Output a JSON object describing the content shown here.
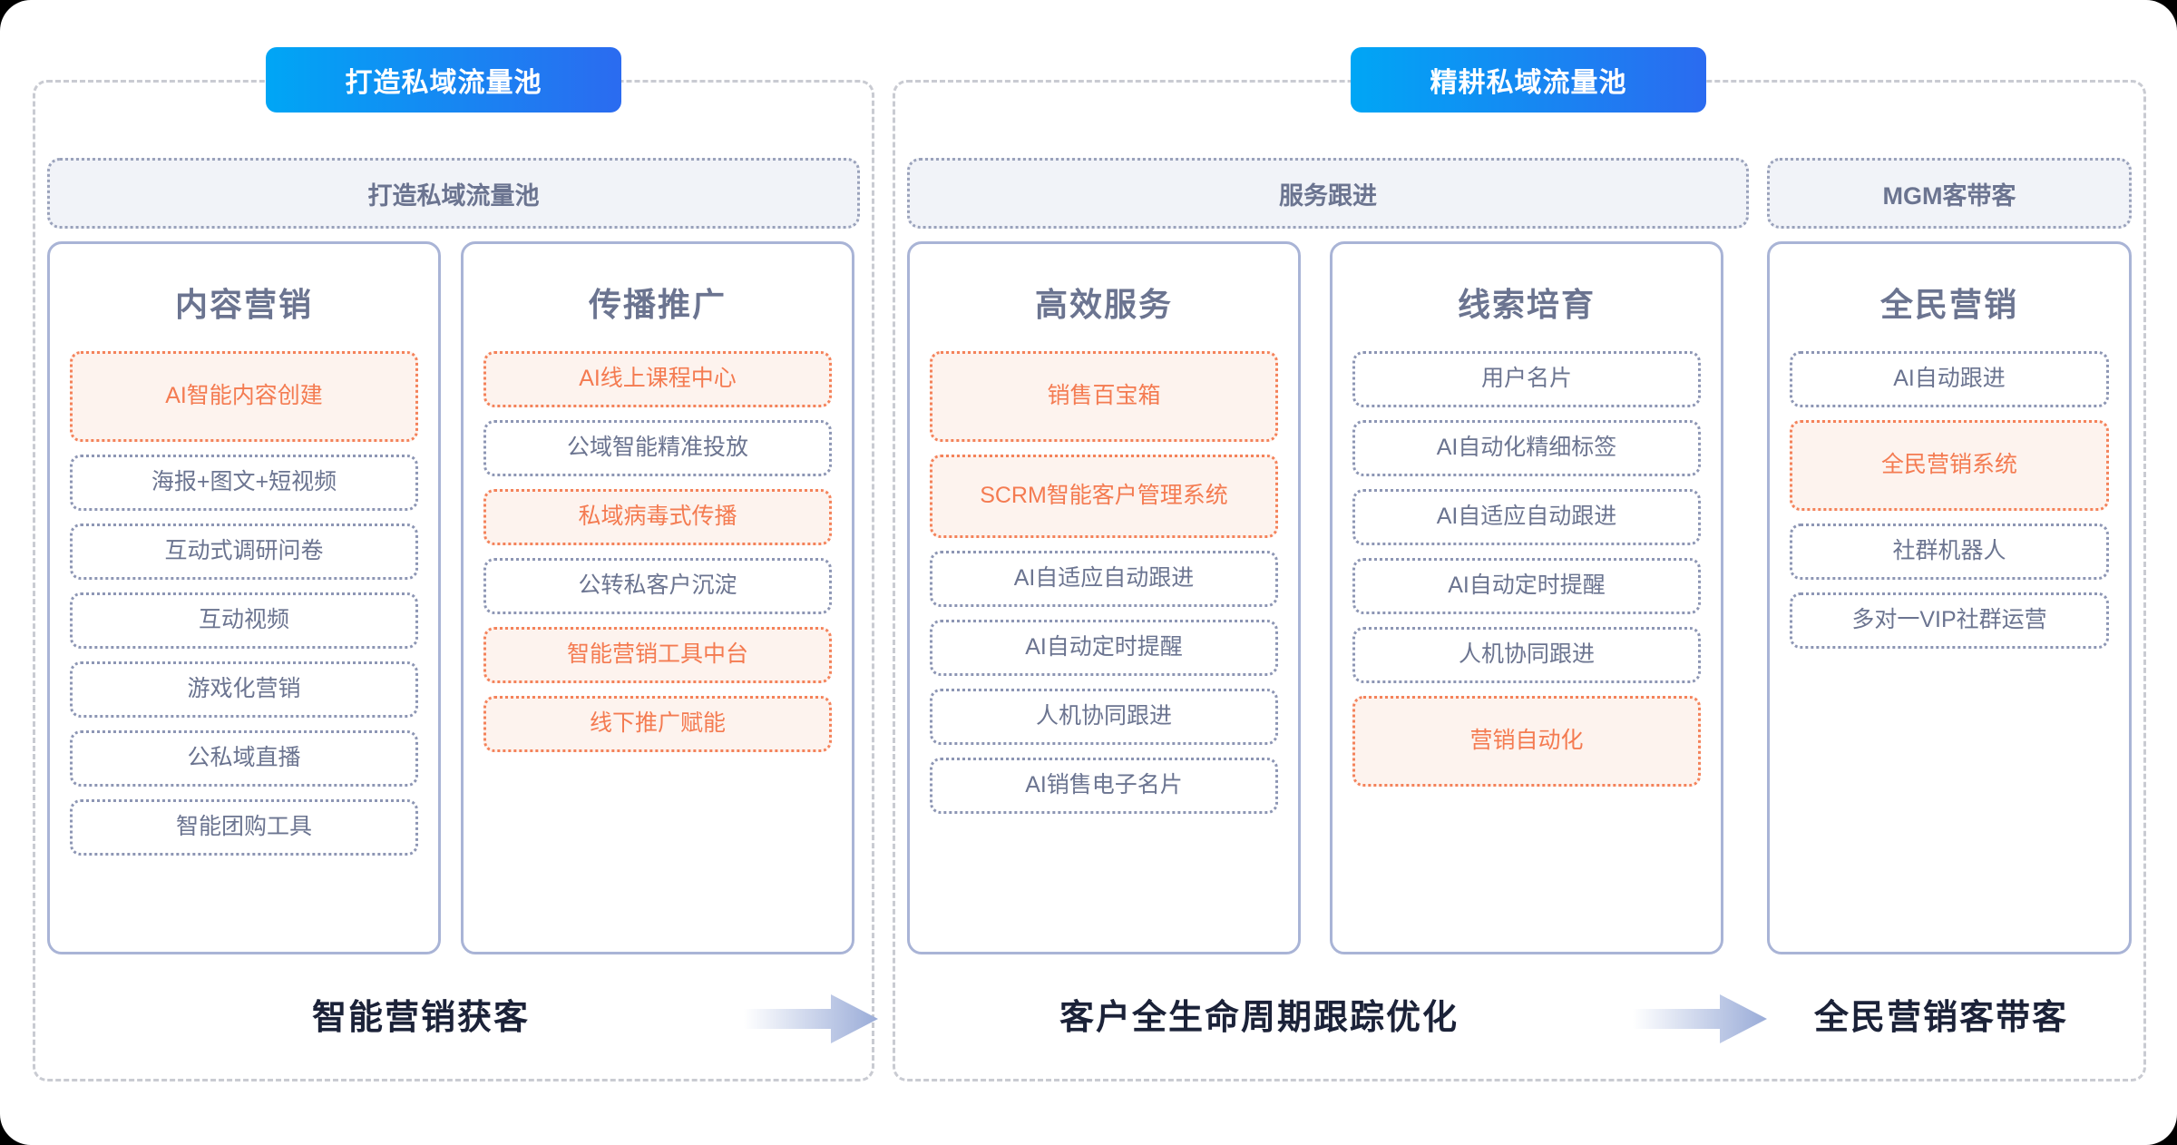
{
  "stages": [
    {
      "badge": "打造私域流量池"
    },
    {
      "badge": "精耕私域流量池"
    }
  ],
  "group_headers": {
    "acquire": "打造私域流量池",
    "service": "服务跟进",
    "mgm": "MGM客带客"
  },
  "categories": [
    {
      "id": "content-marketing",
      "title": "内容营销",
      "items": [
        {
          "label": "AI智能内容创建",
          "highlight": true
        },
        {
          "label": "海报+图文+短视频",
          "highlight": false
        },
        {
          "label": "互动式调研问卷",
          "highlight": false
        },
        {
          "label": "互动视频",
          "highlight": false
        },
        {
          "label": "游戏化营销",
          "highlight": false
        },
        {
          "label": "公私域直播",
          "highlight": false
        },
        {
          "label": "智能团购工具",
          "highlight": false
        }
      ]
    },
    {
      "id": "spread-promotion",
      "title": "传播推广",
      "items": [
        {
          "label": "AI线上课程中心",
          "highlight": true
        },
        {
          "label": "公域智能精准投放",
          "highlight": false
        },
        {
          "label": "私域病毒式传播",
          "highlight": true
        },
        {
          "label": "公转私客户沉淀",
          "highlight": false
        },
        {
          "label": "智能营销工具中台",
          "highlight": true
        },
        {
          "label": "线下推广赋能",
          "highlight": true
        }
      ]
    },
    {
      "id": "efficient-service",
      "title": "高效服务",
      "items": [
        {
          "label": "销售百宝箱",
          "highlight": true
        },
        {
          "label": "SCRM智能客户管理系统",
          "highlight": true
        },
        {
          "label": "AI自适应自动跟进",
          "highlight": false
        },
        {
          "label": "AI自动定时提醒",
          "highlight": false
        },
        {
          "label": "人机协同跟进",
          "highlight": false
        },
        {
          "label": "AI销售电子名片",
          "highlight": false
        }
      ]
    },
    {
      "id": "lead-nurturing",
      "title": "线索培育",
      "items": [
        {
          "label": "用户名片",
          "highlight": false
        },
        {
          "label": "AI自动化精细标签",
          "highlight": false
        },
        {
          "label": "AI自适应自动跟进",
          "highlight": false
        },
        {
          "label": "AI自动定时提醒",
          "highlight": false
        },
        {
          "label": "人机协同跟进",
          "highlight": false
        },
        {
          "label": "营销自动化",
          "highlight": true
        }
      ]
    },
    {
      "id": "all-staff-marketing",
      "title": "全民营销",
      "items": [
        {
          "label": "AI自动跟进",
          "highlight": false
        },
        {
          "label": "全民营销系统",
          "highlight": true
        },
        {
          "label": "社群机器人",
          "highlight": false
        },
        {
          "label": "多对一VIP社群运营",
          "highlight": false
        }
      ]
    }
  ],
  "summary": [
    "智能营销获客",
    "客户全生命周期跟踪优化",
    "全民营销客带客"
  ],
  "colors": {
    "badge_gradient_start": "#00a6f5",
    "badge_gradient_end": "#2b6bf0",
    "highlight_border": "#f4825a",
    "highlight_bg": "#fdf3ee",
    "highlight_text": "#f47b51",
    "normal_border": "#8d96b4",
    "normal_text": "#6b7490",
    "card_border": "#a9b4d6",
    "stage_dash": "#c9cbd2",
    "group_header_bg": "#f1f3f8",
    "summary_text": "#1b2238"
  }
}
